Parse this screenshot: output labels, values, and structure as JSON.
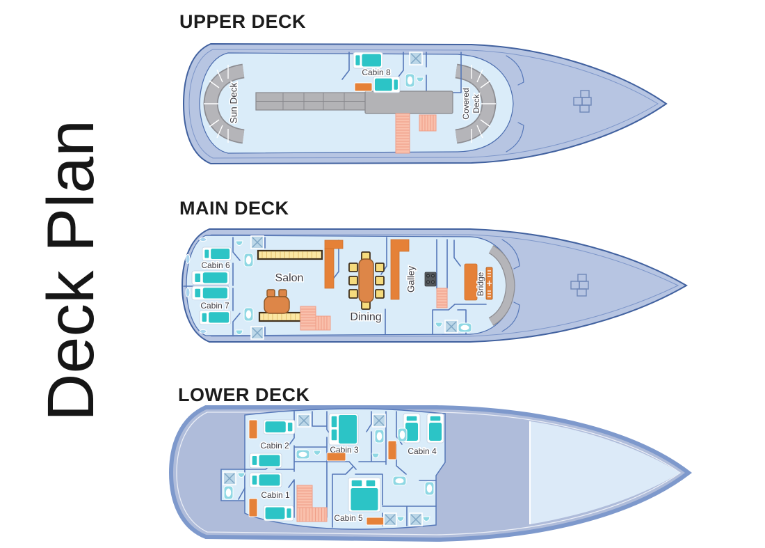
{
  "title": "Deck Plan",
  "colors": {
    "title": "#161616",
    "heading": "#1c1c1c",
    "label": "#3d3d44",
    "hull": "#b7c5e2",
    "hullBorder": "#41619f",
    "hullInner": "#7d96c9",
    "floor": "#daecf9",
    "floorStroke": "#4a6cae",
    "wall": "#5577b8",
    "lowerHull": "#afbcda",
    "lowerHullBorder": "#7e99cc",
    "bowFill": "#dceaf8",
    "bed": "#2cc4c6",
    "fixture": "#8fd8e4",
    "shower": "#bcd7e8",
    "showerX": "#7fa7c5",
    "window": "#a9d4ee",
    "dresser": "#e58138",
    "sofa": "#fbe7a3",
    "sofaBorder": "#40301c",
    "stripe": "#e0bd6b",
    "table": "#dd8648",
    "tableBorder": "#8a5526",
    "chair": "#f5db7d",
    "stairs": "#f9c0ac",
    "stairsLine": "#ef9d86",
    "gray": "#b3b3b6",
    "grayDark": "#87878c",
    "grayBandLight": "#b5b5b9",
    "grayBandDark": "#8d8d92"
  },
  "decks": {
    "upper": {
      "heading": "UPPER DECK",
      "sun_deck": "Sun Deck",
      "cabin_8": "Cabin 8",
      "covered_deck_line1": "Covered",
      "covered_deck_line2": "Deck"
    },
    "main": {
      "heading": "MAIN DECK",
      "cabin_6": "Cabin 6",
      "cabin_7": "Cabin 7",
      "salon": "Salon",
      "dining": "Dining",
      "galley": "Galley",
      "bridge": "Bridge"
    },
    "lower": {
      "heading": "LOWER DECK",
      "cabin_1": "Cabin 1",
      "cabin_2": "Cabin 2",
      "cabin_3": "Cabin 3",
      "cabin_4": "Cabin 4",
      "cabin_5": "Cabin 5"
    }
  }
}
